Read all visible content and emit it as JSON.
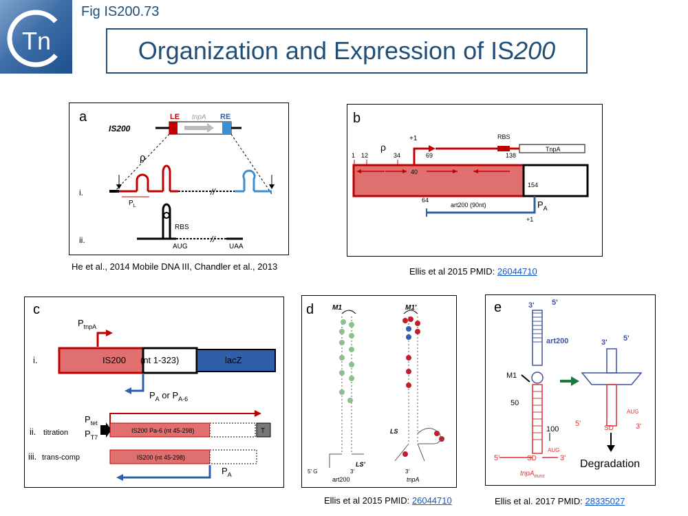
{
  "fig_label": "Fig IS200.73",
  "title": {
    "main": "Organization and Expression of IS",
    "italic": "200"
  },
  "logo_text": "Tn",
  "panel_a": {
    "letter": "a",
    "is_label": "IS200",
    "le": "LE",
    "tnpa": "tnpA",
    "re": "RE",
    "rho": "ρ",
    "row_i": "i.",
    "row_ii": "ii.",
    "pl": "P",
    "pl_sub": "L",
    "rbs": "RBS",
    "aug": "AUG",
    "uaa": "UAA",
    "slash": "//",
    "caption": "He et al., 2014 Mobile DNA III, Chandler et al., 2013"
  },
  "panel_b": {
    "letter": "b",
    "rho": "ρ",
    "plus1_top": "+1",
    "rbs": "RBS",
    "tnpa": "TnpA",
    "n1": "1",
    "n12": "12",
    "n34": "34",
    "n69": "69",
    "n138": "138",
    "n40": "40",
    "n154": "154",
    "n64": "64",
    "art200": "art200 (90nt)",
    "pa": "P",
    "pa_sub": "A",
    "plus1_bottom": "+1",
    "caption_text": "Ellis et al 2015 PMID: ",
    "caption_link": "26044710"
  },
  "panel_c": {
    "letter": "c",
    "ptnpa": "P",
    "ptnpa_sub": "tnpA",
    "row_i": "i.",
    "is200": "IS200",
    "nt": "(nt 1-323)",
    "lacz": "lacZ",
    "pa_or": "P",
    "pa_or_sub1": "A",
    "pa_or_mid": " or P",
    "pa_or_sub2": "A-6",
    "ptet": "P",
    "ptet_sub": "tet",
    "pt7": "P",
    "pt7_sub": "T7",
    "row_ii": "ii.",
    "titration": "titration",
    "ii_box": "IS200 Pa-6 (nt 45-298)",
    "t": "T",
    "row_iii": "iii.",
    "transcomp": "trans-comp",
    "iii_box": "IS200 (nt 45-298)",
    "pa_bottom": "P",
    "pa_bottom_sub": "A"
  },
  "panel_d": {
    "letter": "d",
    "m1": "M1",
    "m1p": "M1'",
    "ls": "LS'",
    "ls2": "LS",
    "art200": "art200",
    "tnpa": "tnpA",
    "five": "5' G",
    "three": "3'",
    "caption_text": "Ellis et al 2015 PMID: ",
    "caption_link": "26044710"
  },
  "panel_e": {
    "letter": "e",
    "three_p1": "3'",
    "five_p1": "5'",
    "art200": "art200",
    "three_p2": "3'",
    "five_p2": "5'",
    "m1": "M1",
    "fifty": "50",
    "hundred": "100",
    "five_p3": "5'",
    "three_p3": "3'",
    "sd": "SD",
    "aug": "AUG",
    "five_p4": "5'",
    "sd2": "SD",
    "three_p4": "3'",
    "aug2": "AUG",
    "tnpa": "tnpA",
    "tnpa_sub": "trunc",
    "degradation": "Degradation",
    "caption_text": "Ellis et al. 2017 PMID: ",
    "caption_link": "28335027"
  },
  "colors": {
    "red": "#c00000",
    "pink": "#e07070",
    "blue": "#2e5fa8",
    "lightblue": "#3b8fd1",
    "title_blue": "#1f4e79",
    "green": "#1a7a40"
  }
}
